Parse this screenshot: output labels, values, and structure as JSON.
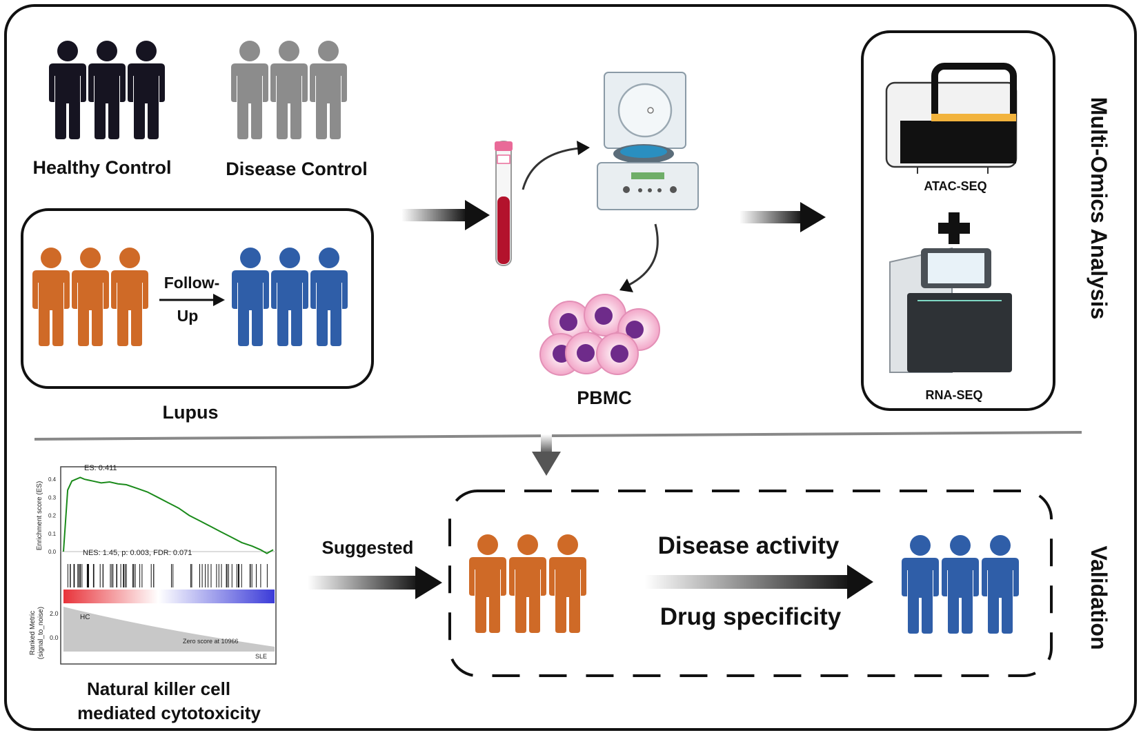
{
  "groups": {
    "healthy_control": "Healthy Control",
    "disease_control": "Disease Control",
    "lupus": "Lupus",
    "follow_up": "Follow-\nUp"
  },
  "sample_processing": {
    "pbmc": "PBMC"
  },
  "multi_omics": {
    "title": "Multi-Omics Analysis",
    "atac": "ATAC-SEQ",
    "rna": "RNA-SEQ"
  },
  "gsea": {
    "es_label": "ES: 0.411",
    "stats_label": "NES: 1.45, p: 0.003, FDR: 0.071",
    "y_axis_top": "Enrichment score (ES)",
    "y_axis_bottom": "Ranked Metric\n(signal_to_noise)",
    "y_ticks": [
      "0.4",
      "0.3",
      "0.2",
      "0.1",
      "0.0"
    ],
    "y_ticks_bottom": [
      "2.0",
      "0.0"
    ],
    "hc_label": "HC",
    "sle_label": "SLE",
    "zero_cross": "Zero score at 10966",
    "caption": "Natural killer cell\nmediated cytotoxicity",
    "chart_data": {
      "type": "line",
      "title": "",
      "xlabel": "",
      "ylabel": "Enrichment score (ES)",
      "ylim": [
        0,
        0.45
      ],
      "series": [
        {
          "x": [
            0,
            2,
            4,
            6,
            8,
            10,
            14,
            18,
            22,
            26,
            30,
            35,
            40,
            45,
            50,
            55,
            60,
            65,
            70,
            75,
            80,
            85,
            90,
            94,
            97,
            100
          ],
          "values": [
            0.0,
            0.34,
            0.39,
            0.4,
            0.41,
            0.4,
            0.39,
            0.38,
            0.385,
            0.375,
            0.37,
            0.35,
            0.33,
            0.3,
            0.27,
            0.24,
            0.2,
            0.17,
            0.14,
            0.11,
            0.08,
            0.05,
            0.03,
            0.01,
            -0.01,
            0.01
          ]
        }
      ]
    }
  },
  "validation": {
    "title": "Validation",
    "suggested": "Suggested",
    "disease_activity": "Disease activity",
    "drug_specificity": "Drug specificity"
  },
  "colors": {
    "healthy": "#161421",
    "disease_ctrl": "#8c8c8c",
    "lupus_orange": "#cf6a27",
    "lupus_blue": "#2f5ea8",
    "gsea_line": "#1a8a1a"
  }
}
